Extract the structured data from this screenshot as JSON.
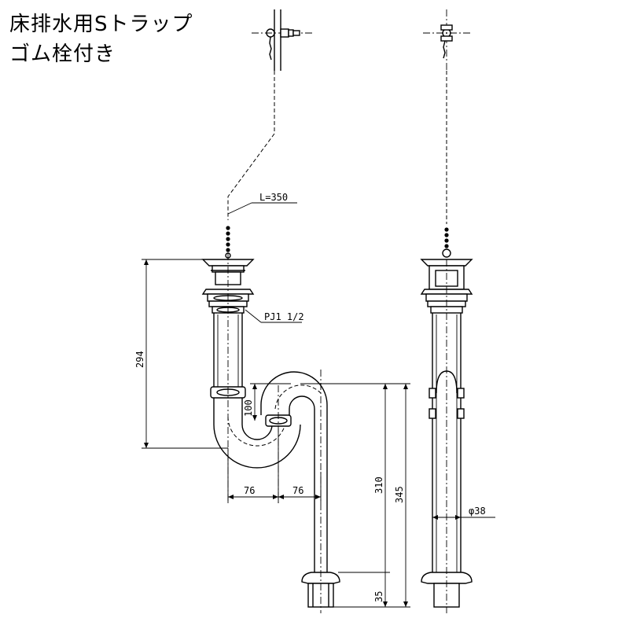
{
  "title": {
    "line1": "床排水用Sトラップ",
    "line2": "ゴム栓付き"
  },
  "dimensions": {
    "chain_length": "L=350",
    "thread": "PJ1 1/2",
    "height_294": "294",
    "depth_100": "100",
    "offset_76_left": "76",
    "offset_76_right": "76",
    "height_310": "310",
    "height_345": "345",
    "height_35": "35",
    "diameter": "φ38"
  }
}
